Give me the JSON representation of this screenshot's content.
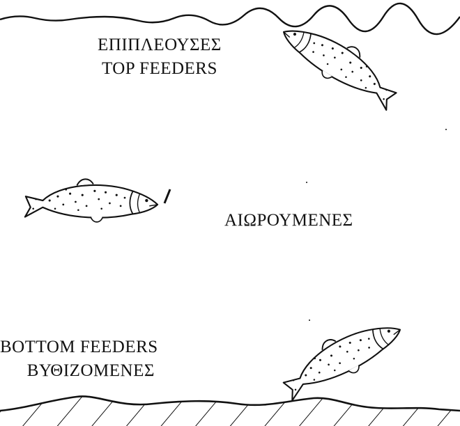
{
  "labels": {
    "top": {
      "line1": "ΕΠΙΠΛΕΟΥΣΕΣ",
      "line2": "TOP FEEDERS"
    },
    "middle": "ΑΙΩΡΟΥΜΕΝΕΣ",
    "bottom": {
      "line1": "BOTTOM FEEDERS",
      "line2": "ΒΥΘΙΖΟΜΕΝΕΣ"
    }
  },
  "colors": {
    "ink": "#111111",
    "background": "#ffffff"
  }
}
